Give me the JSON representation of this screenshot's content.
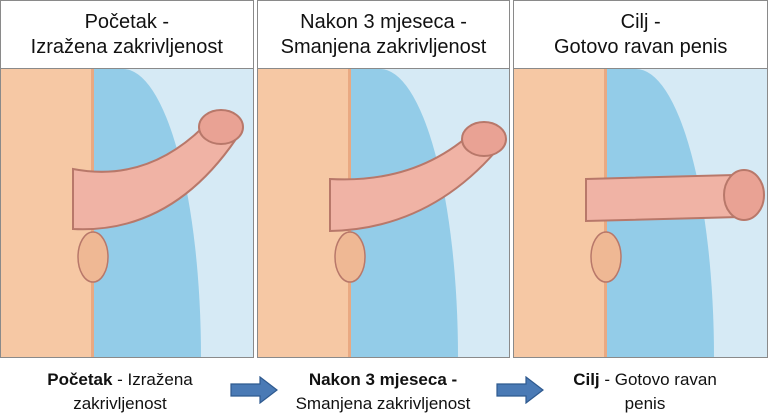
{
  "panels": [
    {
      "header_line1": "Početak -",
      "header_line2": "Izražena zakrivljenost",
      "illustration": "stage-1-pronounced-curvature"
    },
    {
      "header_line1": "Nakon 3 mjeseca -",
      "header_line2": "Smanjena zakrivljenost",
      "illustration": "stage-2-reduced-curvature"
    },
    {
      "header_line1": "Cilj -",
      "header_line2": "Gotovo ravan penis",
      "illustration": "stage-3-nearly-straight"
    }
  ],
  "captions": [
    {
      "bold": "Početak",
      "rest_line1": " - Izražena",
      "line2": "zakrivljenost"
    },
    {
      "bold": "Nakon 3 mjeseca -",
      "rest_line1": "",
      "line2": "Smanjena zakrivljenost"
    },
    {
      "bold": "Cilj",
      "rest_line1": " - Gotovo ravan",
      "line2": "penis"
    }
  ],
  "arrows": [
    "arrow-right-icon",
    "arrow-right-icon"
  ],
  "colors": {
    "skin": "#f6c8a4",
    "skin_shadow": "#e9a982",
    "organ": "#f0b3a5",
    "outline": "#b8786a",
    "bg_light_blue": "#d6eaf5",
    "bg_blue": "#93cce8",
    "arrow_fill": "#4a7ab5",
    "arrow_stroke": "#2f5a8f",
    "border": "#8a8a8a"
  }
}
